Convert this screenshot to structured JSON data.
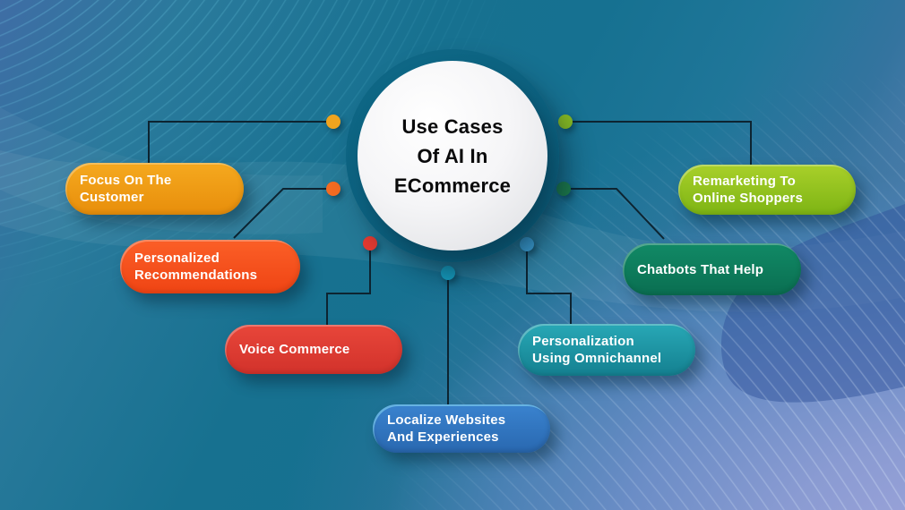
{
  "title": {
    "text": "Use Cases\nOf AI In\nECommerce"
  },
  "center": {
    "circle_fill": "#F5F5F7",
    "ring_color": "#0C617F",
    "text_color": "#0A0A0B"
  },
  "connector": {
    "line_color": "#0D2431"
  },
  "background": {
    "top_left": "#3F6DA5",
    "center_teal": "#177190",
    "bottom_right": "#A2A6DC",
    "dark_wave": "#31539B",
    "thin_line_accent": "#7DDEF5"
  },
  "nodes": [
    {
      "id": "focus-on-the-customer",
      "label": "Focus On The\nCustomer",
      "color_top": "#F5A91F",
      "color_bottom": "#E88E0B",
      "dot_color": "#F0A41E",
      "side": "left"
    },
    {
      "id": "personalized-recommendations",
      "label": "Personalized\nRecommendations",
      "color_top": "#FB5F27",
      "color_bottom": "#EF4414",
      "dot_color": "#F26B22",
      "side": "left"
    },
    {
      "id": "voice-commerce",
      "label": "Voice Commerce",
      "color_top": "#E8463A",
      "color_bottom": "#D2322B",
      "dot_color": "#E63A30",
      "side": "left"
    },
    {
      "id": "localize-websites-and-experiences",
      "label": "Localize Websites\nAnd Experiences",
      "color_top": "#3A83CF",
      "color_bottom": "#2968B0",
      "dot_color": "#17A0C2",
      "side": "bottom"
    },
    {
      "id": "personalization-using-omnichannel",
      "label": "Personalization\nUsing Omnichannel",
      "color_top": "#28A8B6",
      "color_bottom": "#148090",
      "dot_color": "#3FA3DA",
      "side": "right"
    },
    {
      "id": "chatbots-that-help",
      "label": "Chatbots That Help",
      "color_top": "#118A66",
      "color_bottom": "#0A6E51",
      "dot_color": "#1E7F4A",
      "side": "right"
    },
    {
      "id": "remarketing-to-online-shoppers",
      "label": "Remarketing To\nOnline Shoppers",
      "color_top": "#A9D02A",
      "color_bottom": "#7DB414",
      "dot_color": "#86B822",
      "side": "right"
    }
  ]
}
